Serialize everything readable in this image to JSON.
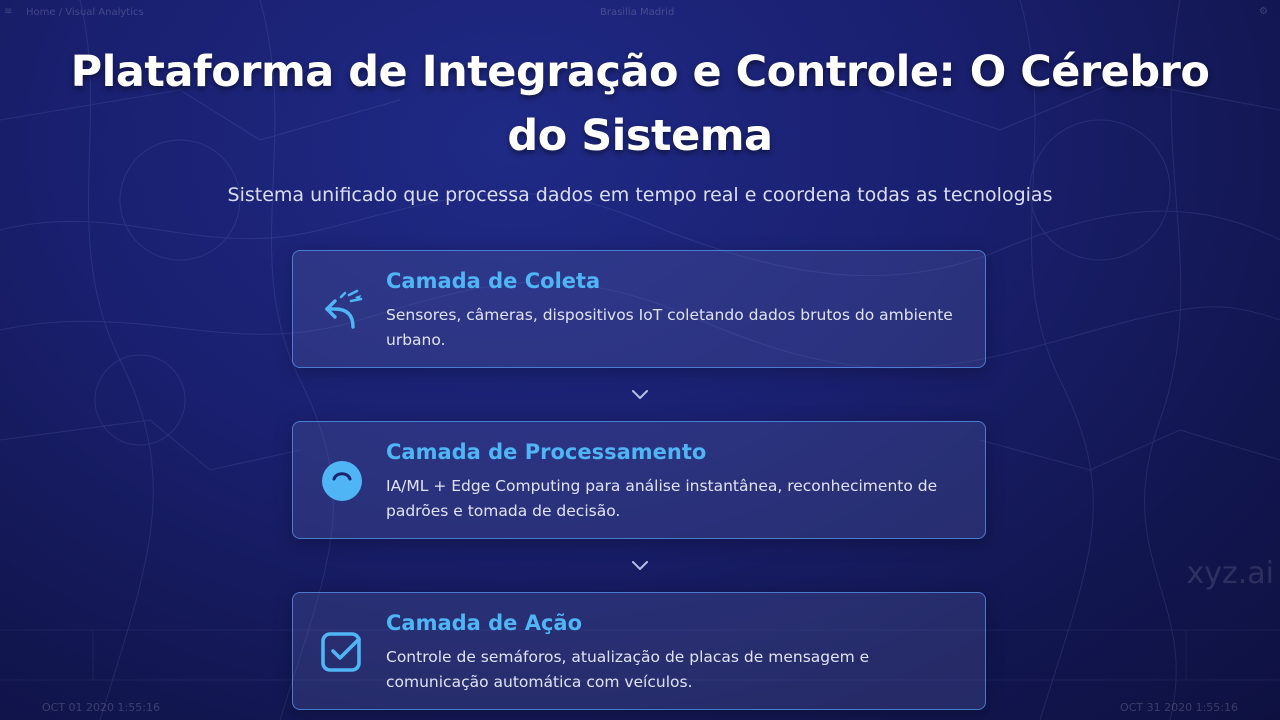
{
  "page": {
    "title": "Plataforma de Integração e Controle: O Cérebro do Sistema",
    "subtitle": "Sistema unificado que processa dados em tempo real e coordena todas as tecnologias"
  },
  "layers": [
    {
      "title": "Camada de Coleta",
      "description": "Sensores, câmeras, dispositivos IoT coletando dados brutos do ambiente urbano.",
      "icon": "satellite-dish-icon"
    },
    {
      "title": "Camada de Processamento",
      "description": "IA/ML + Edge Computing para análise instantânea, reconhecimento de padrões e tomada de decisão.",
      "icon": "brain-icon"
    },
    {
      "title": "Camada de Ação",
      "description": "Controle de semáforos, atualização de placas de mensagem e comunicação automática com veículos.",
      "icon": "check-square-icon"
    }
  ],
  "connector_icon": "chevron-down-icon",
  "background_ui": {
    "breadcrumb": "Home / Visual Analytics",
    "center_label": "Brasilia Madrid",
    "date_left": "OCT 01 2020 1:55:16",
    "date_right": "OCT 31 2020 1:55:16",
    "brand": "xyz.ai"
  },
  "colors": {
    "background": "#1a2070",
    "accent": "#4fb5f5",
    "card_border": "#5696eb"
  }
}
